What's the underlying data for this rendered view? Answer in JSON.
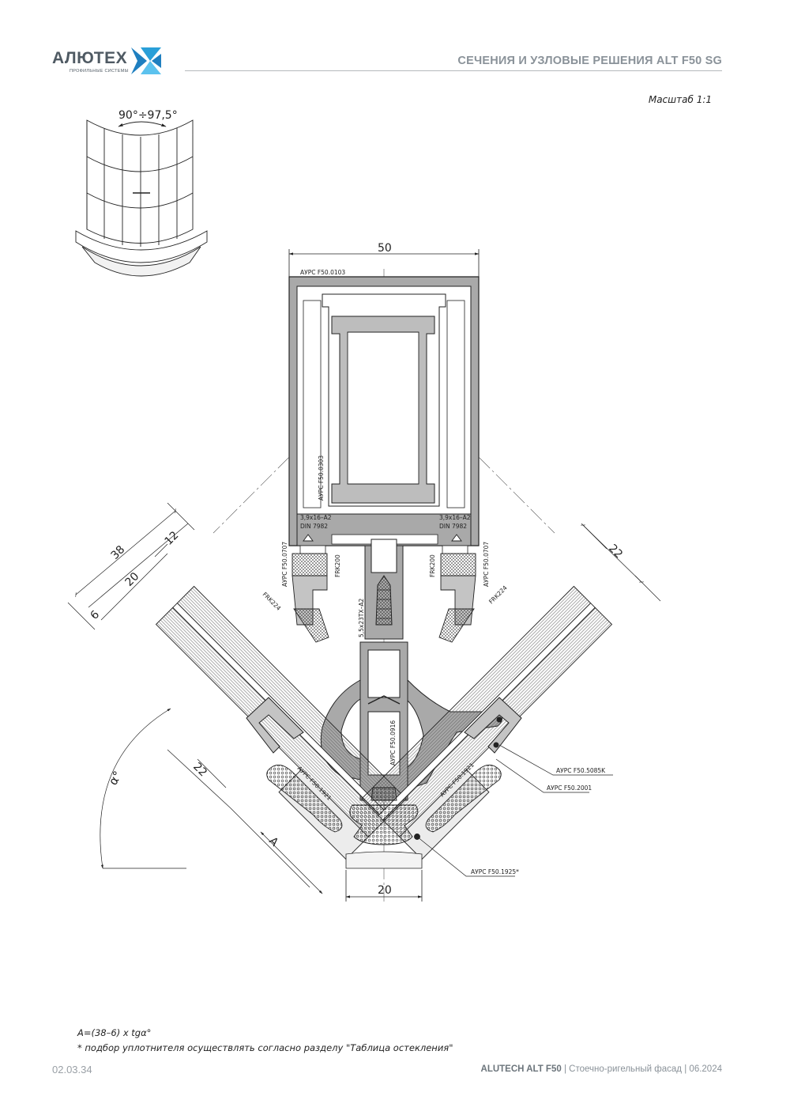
{
  "header": {
    "logo_text": "АЛЮТЕХ",
    "logo_subtitle": "ПРОФИЛЬНЫЕ СИСТЕМЫ",
    "title": "СЕЧЕНИЯ И УЗЛОВЫЕ РЕШЕНИЯ ALT F50 SG",
    "brand_color": "#2a9fd8"
  },
  "scale_label": "Масштаб 1:1",
  "drawing": {
    "angle_range": "90°÷97,5°",
    "dimensions": {
      "width_top": "50",
      "width_bottom": "20",
      "d38": "38",
      "d12": "12",
      "d20": "20",
      "d6": "6",
      "d22_left": "22",
      "d22_right": "22",
      "a": "A",
      "alpha": "α°"
    },
    "labels": {
      "mullion": "АУРС F50.0103",
      "insert": "АУРС F50.0303",
      "screw_left": "3,9х16–А2",
      "din_left": "DIN 7982",
      "screw_right": "3,9х16–А2",
      "din_right": "DIN 7982",
      "adapter_left": "АУРС F50.0707",
      "adapter_right": "АУРС F50.0707",
      "frk200_left": "FRK200",
      "frk200_right": "FRK200",
      "frk224_left": "FRK224",
      "frk224_right": "FRK224",
      "bolt": "5,5х23ТХ–А2",
      "profile_0916": "АУРС F50.0916",
      "gasket_left": "АУРС F50.1921",
      "gasket_right": "АУРС F50.1921",
      "part_5085": "АУРС F50.5085K",
      "part_2001": "АУРС F50.2001",
      "part_1925": "АУРС F50.1925*"
    }
  },
  "notes": {
    "formula": "A=(38–6) x tgα°",
    "note": "* подбор уплотнителя осуществлять согласно разделу \"Таблица остекления\""
  },
  "footer": {
    "page_code": "02.03.34",
    "brand": "ALUTECH ALT F50",
    "sep1": "|",
    "subtitle": "Стоечно-ригельный фасад",
    "sep2": "|",
    "date": "06.2024"
  }
}
